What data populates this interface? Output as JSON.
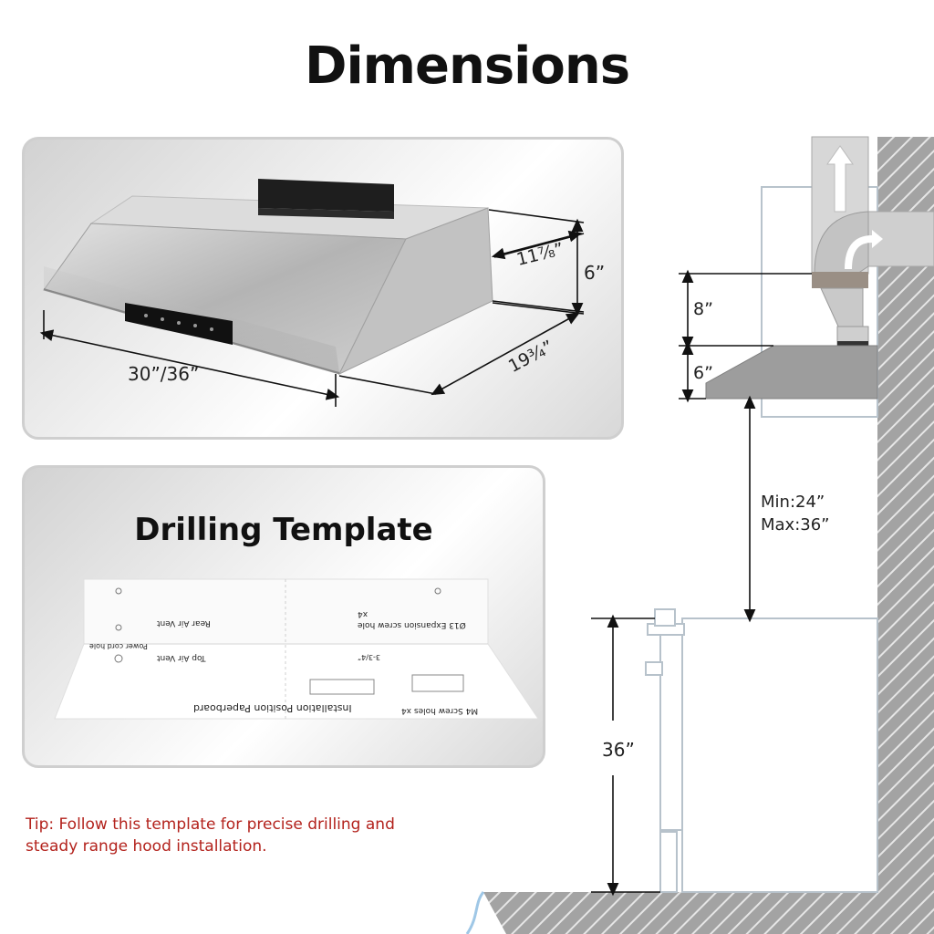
{
  "title": "Dimensions",
  "hood_panel": {
    "width_label": "30”/36”",
    "height_label": "6”",
    "top_depth_label": "11⁷⁄₈”",
    "depth_label": "19¾”"
  },
  "template_panel": {
    "title": "Drilling Template",
    "paper_texts": [
      "Installation Position Paperboard",
      "M4 Screw holes x4",
      "Ø13 Expansion screw hole",
      "x4",
      "Rear Air Vent",
      "Top Air Vent",
      "Power cord hole",
      "3-3/4”"
    ]
  },
  "installation": {
    "duct_height_label": "8”",
    "hood_height_label": "6”",
    "clearance_min": "Min:24”",
    "clearance_max": "Max:36”",
    "counter_height_label": "36”"
  },
  "tip": "Tip: Follow this template for precise drilling and steady range hood installation.",
  "colors": {
    "tip_text": "#b3221c",
    "wall_gray": "#8c8c8c",
    "steel": "#b9b9b9"
  }
}
